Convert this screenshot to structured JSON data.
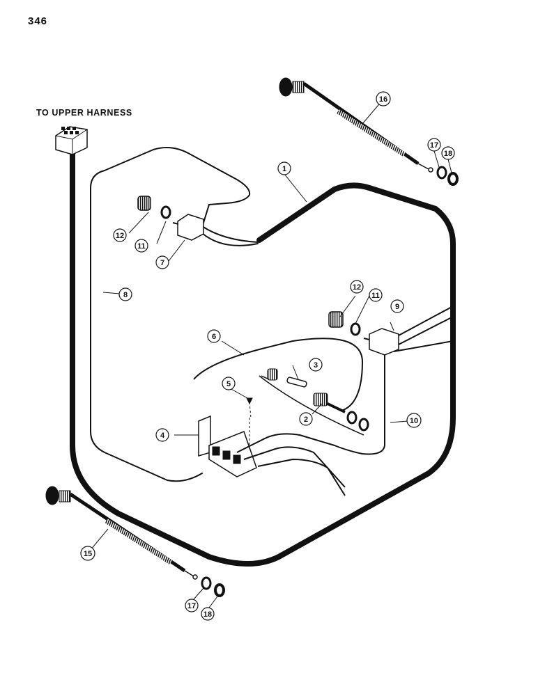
{
  "page": {
    "number": "346"
  },
  "labels": {
    "upper_harness": "TO UPPER HARNESS"
  },
  "callouts": [
    "1",
    "2",
    "3",
    "4",
    "5",
    "6",
    "7",
    "8",
    "9",
    "10",
    "11",
    "11",
    "12",
    "12",
    "15",
    "16",
    "17",
    "17",
    "18",
    "18"
  ],
  "colors": {
    "ink": "#111111",
    "paper": "#ffffff"
  }
}
